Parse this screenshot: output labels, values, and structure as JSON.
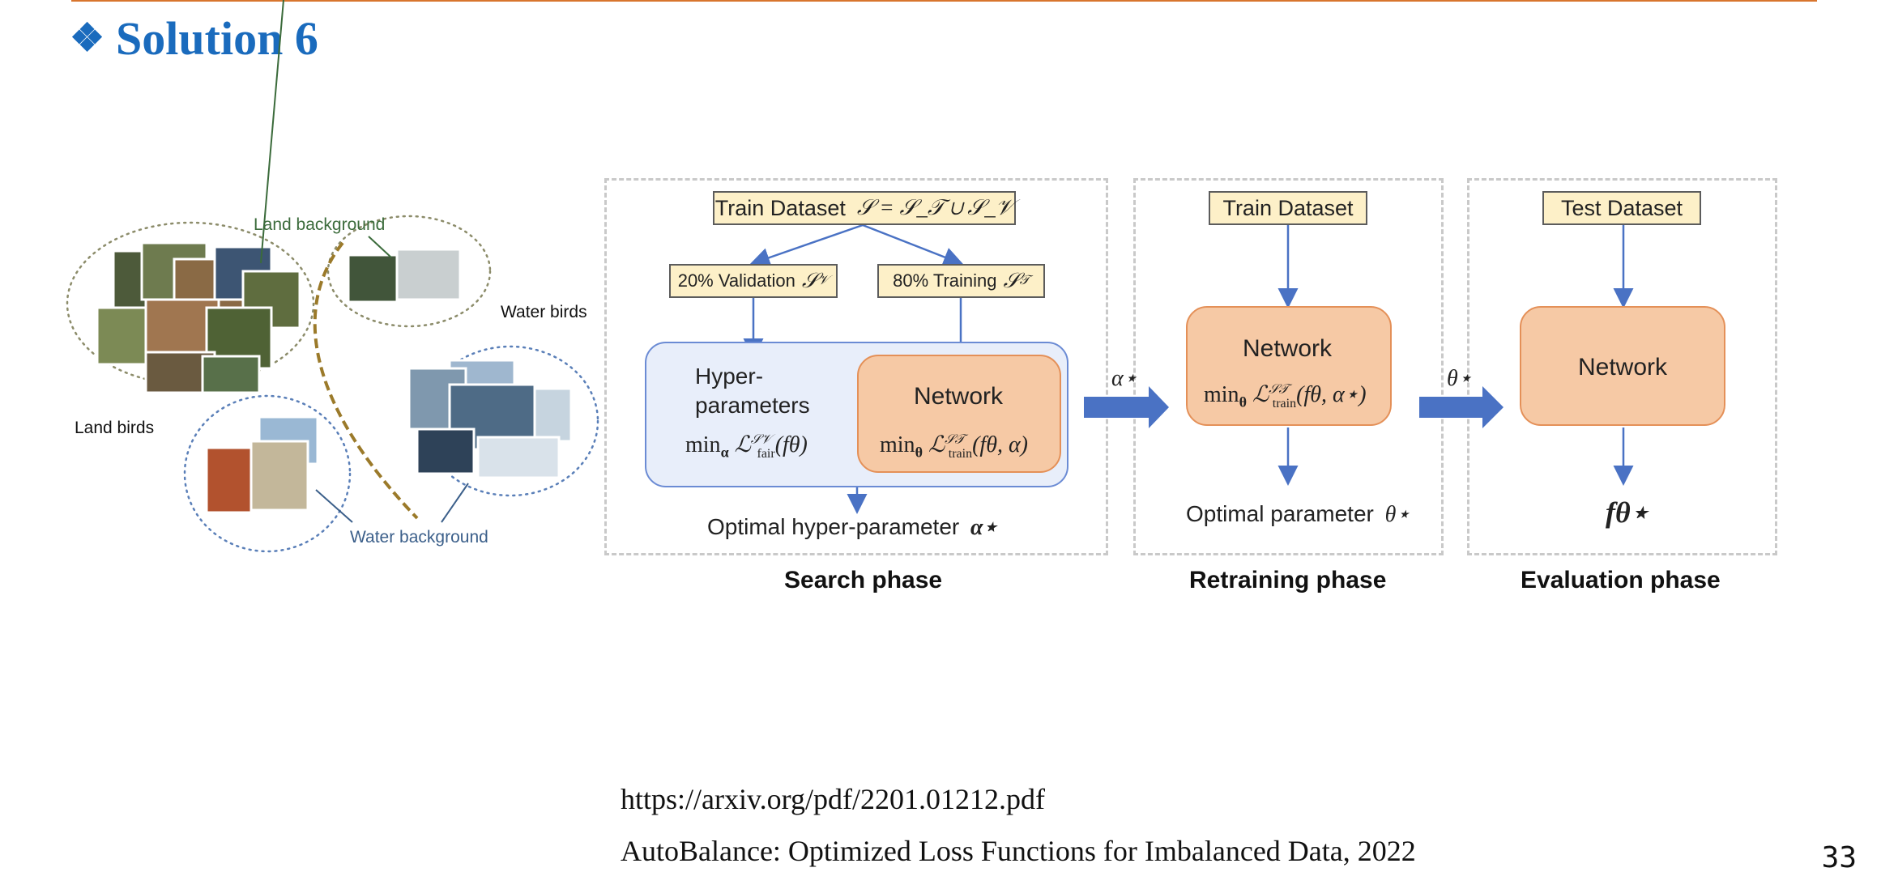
{
  "slide": {
    "title": "Solution 6",
    "bullet": "❖",
    "page_number": "33"
  },
  "birds": {
    "land_background": "Land background",
    "water_birds": "Water birds",
    "land_birds": "Land birds",
    "water_background": "Water background"
  },
  "search": {
    "train_dataset_label": "Train Dataset",
    "train_dataset_formula": "𝒮 = 𝒮_𝒯 ∪ 𝒮_𝒱",
    "validation_label": "20% Validation",
    "validation_symbol": "𝒮",
    "validation_sub": "𝒱",
    "training_label": "80% Training",
    "training_symbol": "𝒮",
    "training_sub": "𝒯",
    "hyper_label": "Hyper-\nparameters",
    "hyper_formula": "min",
    "hyper_formula_sub": "α",
    "hyper_loss": "ℒ",
    "hyper_loss_sup": "𝒮𝒱",
    "hyper_loss_sub": "fair",
    "hyper_arg": "(fθ)",
    "network_label": "Network",
    "network_formula": "min",
    "network_formula_sub": "θ",
    "network_loss": "ℒ",
    "network_loss_sup": "𝒮𝒯",
    "network_loss_sub": "train",
    "network_arg": "(fθ, α)",
    "optimal_label": "Optimal hyper-parameter",
    "optimal_symbol": "α⋆",
    "phase": "Search phase"
  },
  "arrows": {
    "alpha_star": "α⋆",
    "theta_star": "θ⋆"
  },
  "retrain": {
    "train_dataset_label": "Train Dataset",
    "network_label": "Network",
    "network_formula": "min",
    "network_formula_sub": "θ",
    "network_loss": "ℒ",
    "network_loss_sup": "𝒮𝒯",
    "network_loss_sub": "train",
    "network_arg": "(fθ, α⋆)",
    "optimal_label": "Optimal parameter",
    "optimal_symbol": "θ⋆",
    "phase": "Retraining phase"
  },
  "evaluate": {
    "test_dataset_label": "Test Dataset",
    "network_label": "Network",
    "output": "fθ⋆",
    "phase": "Evaluation phase"
  },
  "reference": {
    "url": "https://arxiv.org/pdf/2201.01212.pdf",
    "citation": "AutoBalance: Optimized Loss Functions for Imbalanced Data, 2022"
  },
  "colors": {
    "title_blue": "#1a6bbd",
    "accent_rule": "#d8752e",
    "arrow_blue": "#4a72c4",
    "dataset_yellow": "#fdf0c8",
    "network_orange": "#f6c9a5",
    "hyper_blue": "#e8eefa"
  }
}
